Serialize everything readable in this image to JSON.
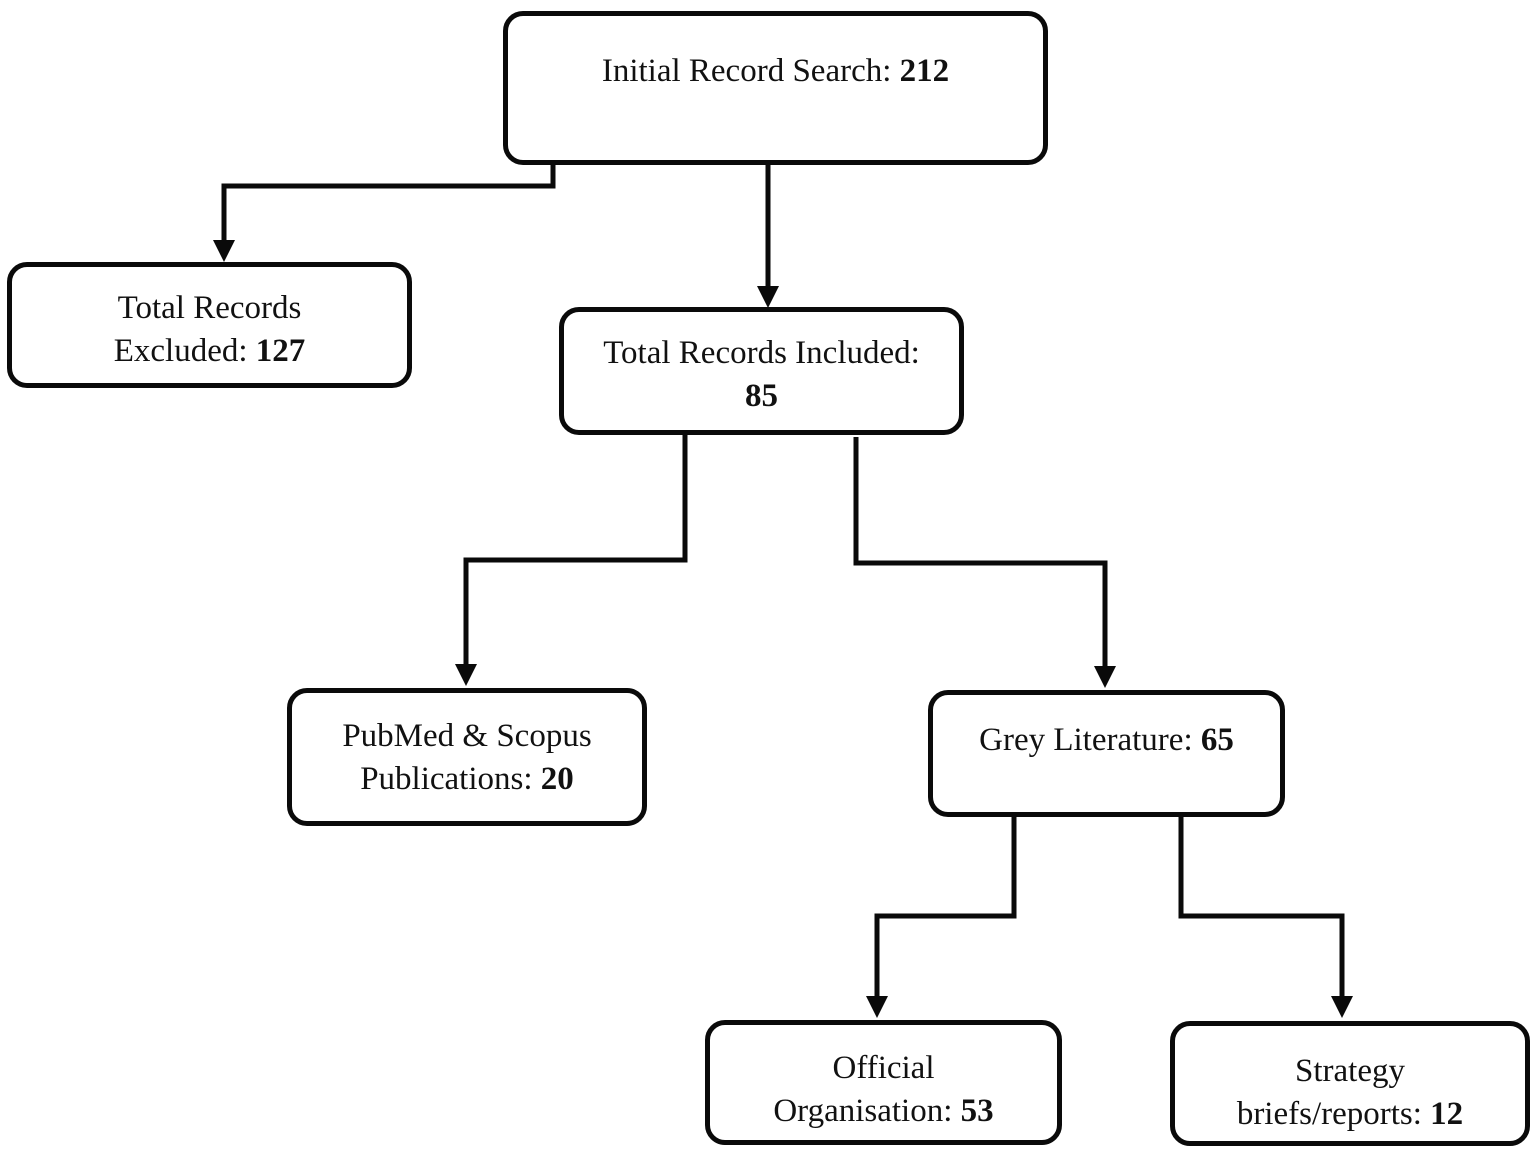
{
  "boxes": {
    "initial": {
      "text": "Initial Record Search: ",
      "value": "212"
    },
    "excluded": {
      "line1": "Total Records",
      "line2": "Excluded: ",
      "value": "127"
    },
    "included": {
      "line1": "Total Records Included:",
      "value": "85"
    },
    "pubmed": {
      "line1": "PubMed & Scopus",
      "line2": "Publications: ",
      "value": "20"
    },
    "grey": {
      "text": "Grey Literature: ",
      "value": "65"
    },
    "official": {
      "line1": "Official",
      "line2": "Organisation: ",
      "value": "53"
    },
    "strategy": {
      "line1": "Strategy",
      "line2": "briefs/reports: ",
      "value": "12"
    }
  }
}
